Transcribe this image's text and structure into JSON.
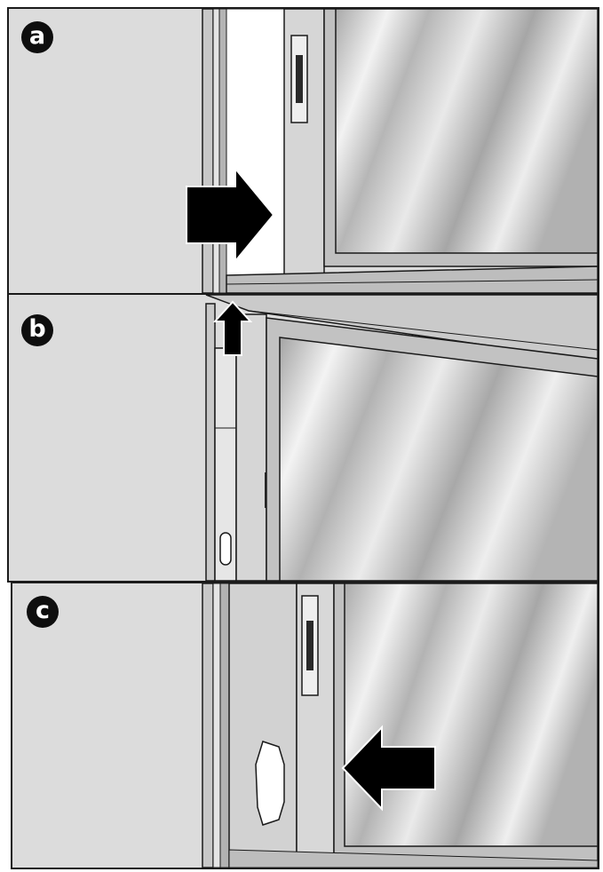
{
  "steps": [
    {
      "label": "a"
    },
    {
      "label": "b"
    },
    {
      "label": "c"
    }
  ],
  "colors": {
    "outline": "#1a1a1a",
    "wall": "#dcdcdc",
    "frame": "#c4c4c4",
    "frame_dark": "#8e8e8e",
    "glass_light": "#f4f4f4",
    "glass_dark": "#9a9a9a",
    "arrow": "#000000"
  },
  "icons": [
    "arrow-right-icon",
    "arrow-up-icon",
    "arrow-left-icon"
  ]
}
